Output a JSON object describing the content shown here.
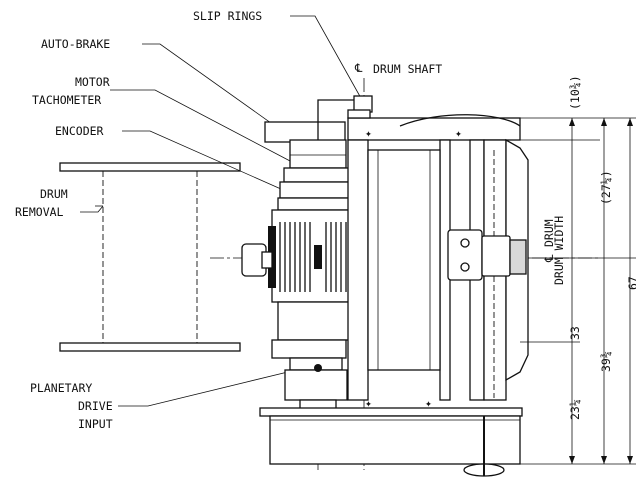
{
  "labels": {
    "slip_rings": "SLIP RINGS",
    "drum_shaft": "DRUM SHAFT",
    "auto_brake": "AUTO-BRAKE",
    "motor": "MOTOR",
    "tachometer": "TACHOMETER",
    "encoder": "ENCODER",
    "drum_l1": "DRUM",
    "drum_l2": "REMOVAL",
    "planetary_l1": "PLANETARY",
    "planetary_l2": "DRIVE",
    "planetary_l3": "INPUT",
    "drum_center": "DRUM",
    "drum_width": "DRUM WIDTH"
  },
  "dimensions": {
    "d_104": "(10¾)",
    "d_274": "(27¼)",
    "d_33": "33",
    "d_394": "39¾",
    "d_234": "23¼",
    "d_67": "67"
  }
}
